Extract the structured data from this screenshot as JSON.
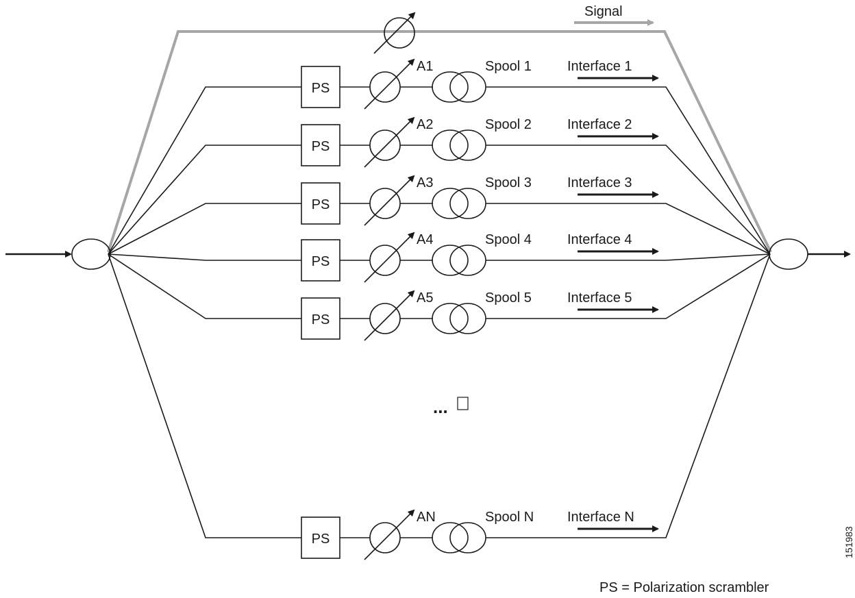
{
  "signal_label": "Signal",
  "ellipsis": "...",
  "legend": "PS = Polarization scrambler",
  "figure_id": "151983",
  "colors": {
    "line": "#1a1a1a",
    "signal_path": "#a6a6a6"
  },
  "branches": [
    {
      "ps": "PS",
      "attenuator": "A1",
      "spool": "Spool 1",
      "interface": "Interface 1"
    },
    {
      "ps": "PS",
      "attenuator": "A2",
      "spool": "Spool 2",
      "interface": "Interface 2"
    },
    {
      "ps": "PS",
      "attenuator": "A3",
      "spool": "Spool 3",
      "interface": "Interface 3"
    },
    {
      "ps": "PS",
      "attenuator": "A4",
      "spool": "Spool 4",
      "interface": "Interface 4"
    },
    {
      "ps": "PS",
      "attenuator": "A5",
      "spool": "Spool 5",
      "interface": "Interface 5"
    },
    {
      "ps": "PS",
      "attenuator": "AN",
      "spool": "Spool N",
      "interface": "Interface N"
    }
  ]
}
